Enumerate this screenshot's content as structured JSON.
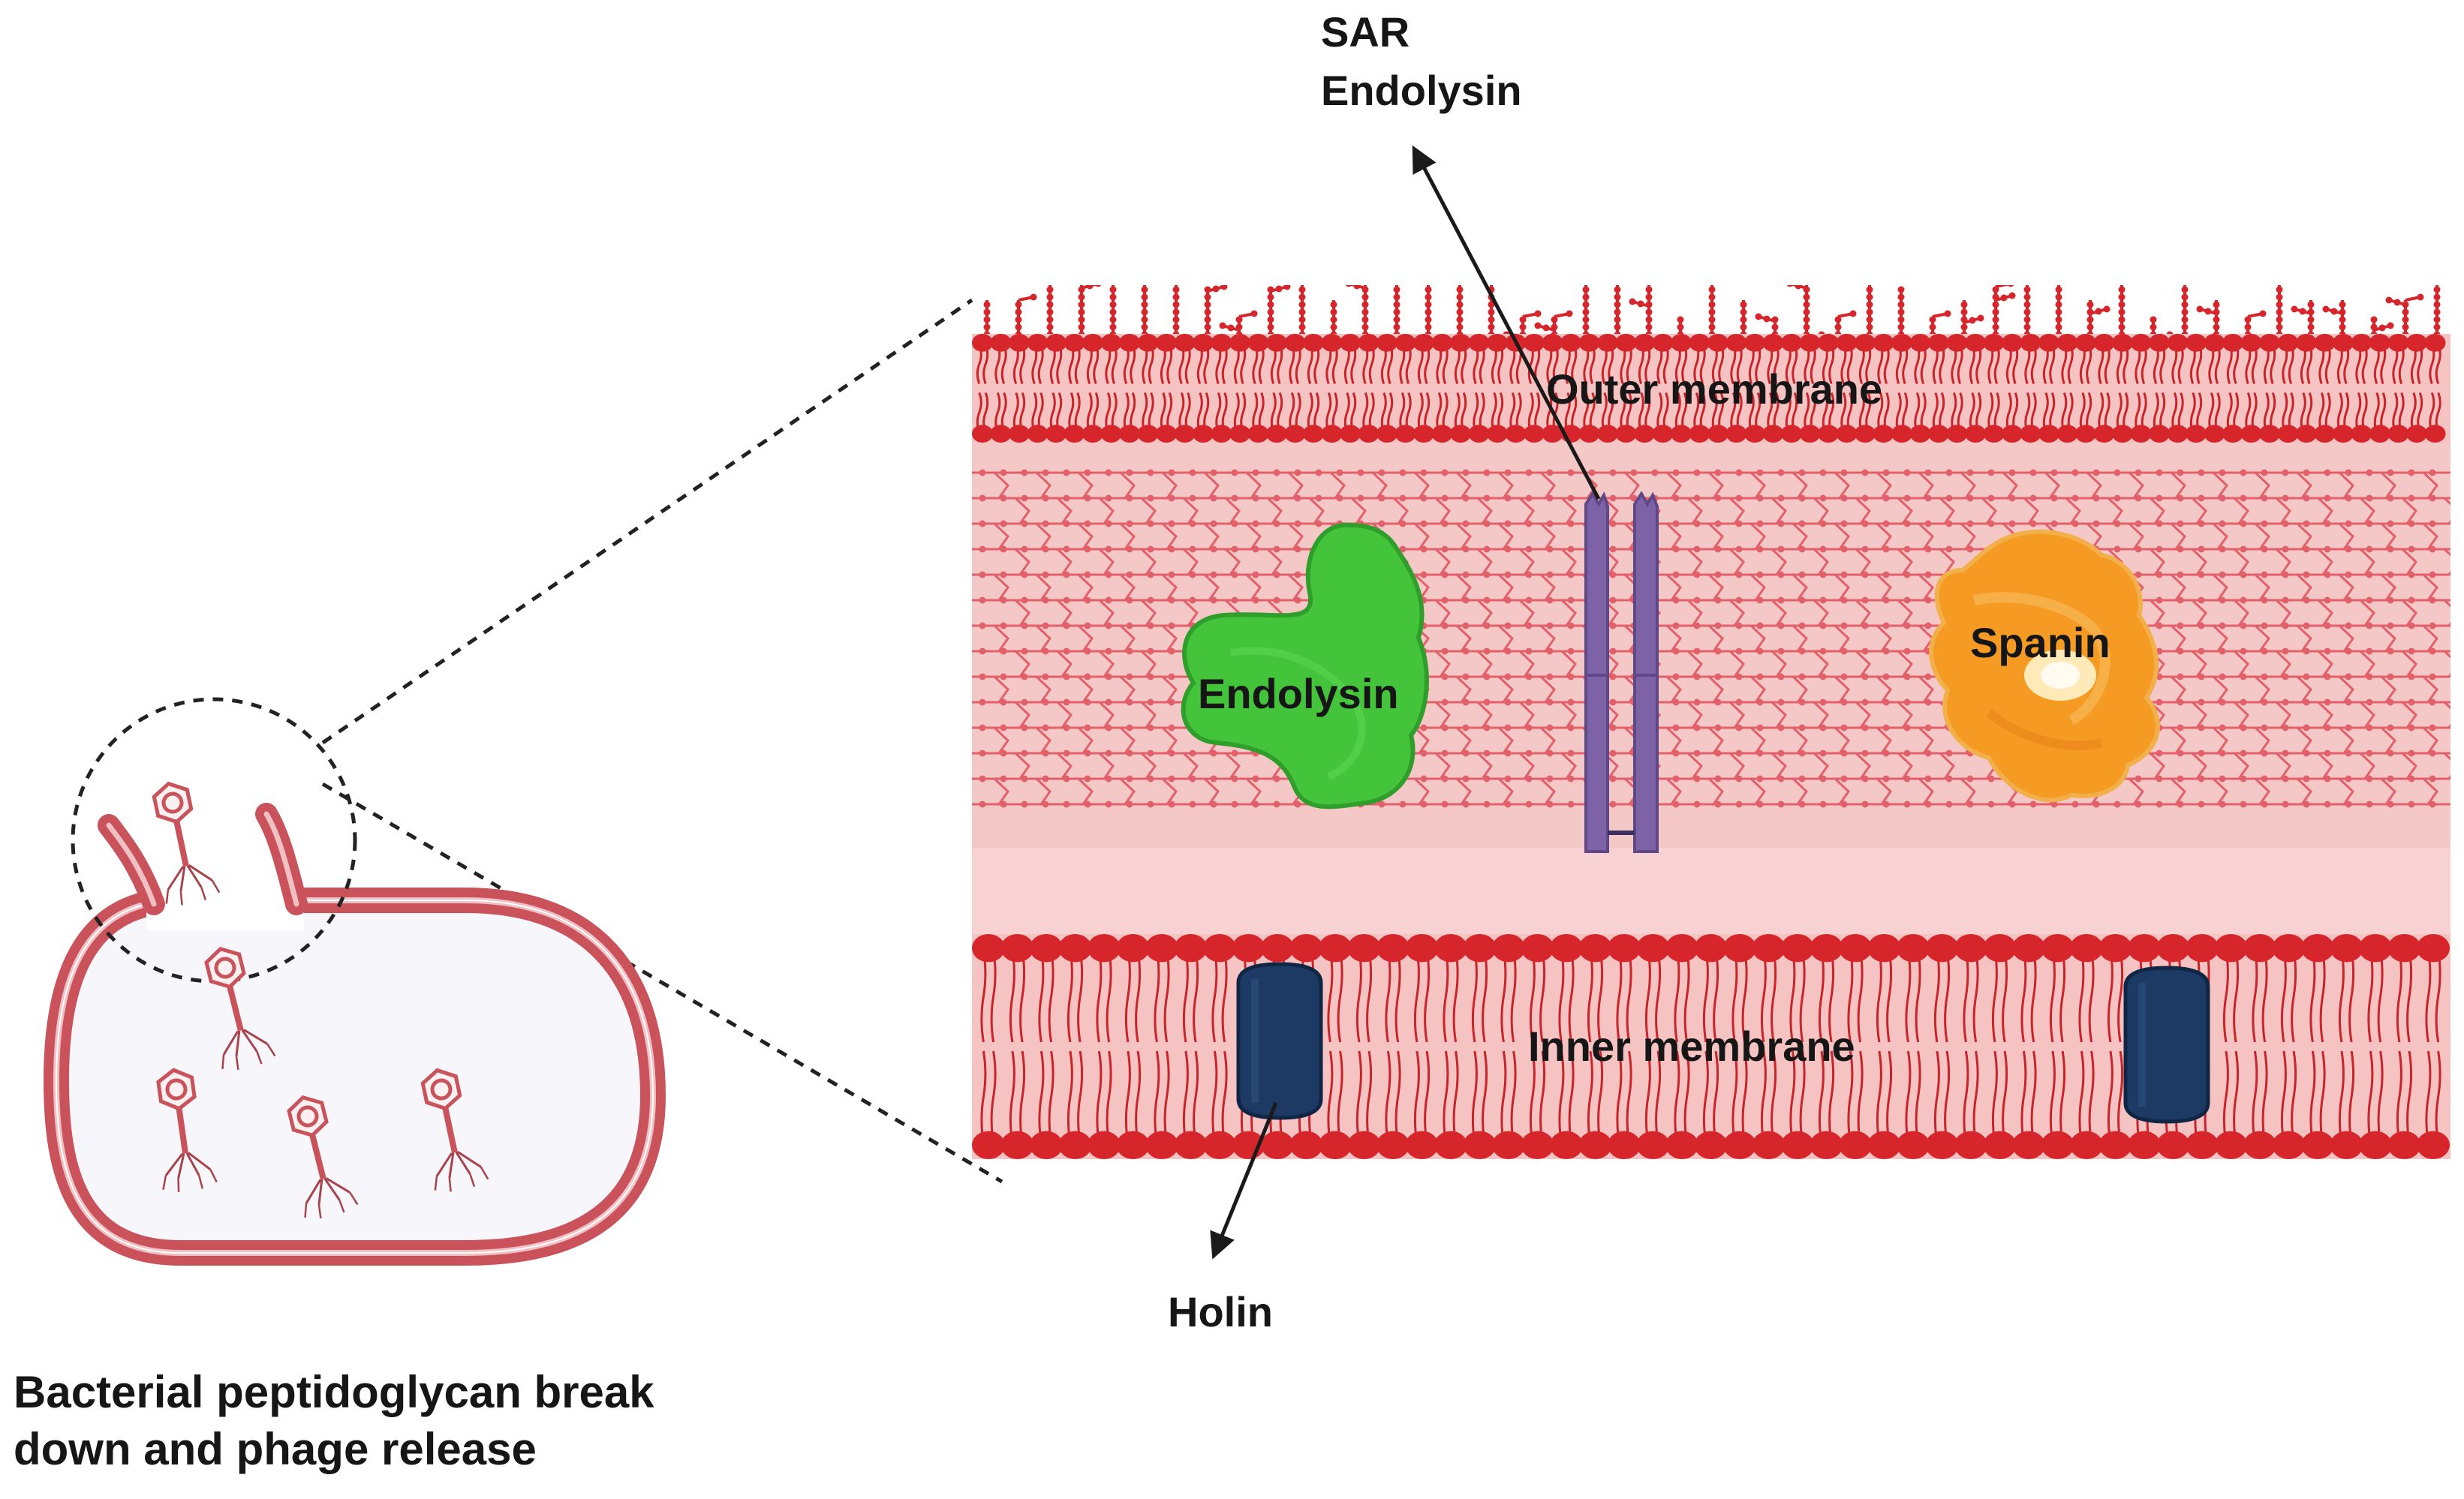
{
  "labels": {
    "sar_endolysin_line1": "SAR",
    "sar_endolysin_line2": "Endolysin",
    "outer_membrane": "Outer membrane",
    "endolysin": "Endolysin",
    "spanin": "Spanin",
    "inner_membrane": "Inner membrane",
    "holin": "Holin"
  },
  "caption": {
    "line1": "Bacterial peptidoglycan break",
    "line2": "down and phage release"
  },
  "colors": {
    "membrane_red": "#d6262b",
    "tail_red": "#c8242a",
    "membrane_bg": "#f6c3c3",
    "peptidoglycan_bg": "#f5c8c8",
    "peptidoglycan_line": "#e2606a",
    "endolysin_green": "#43c43a",
    "spanin_orange": "#f59a23",
    "sar_purple": "#7e62a8",
    "holin_navy": "#1c3a63",
    "cell_wall": "#c9525b",
    "cell_fill": "#f6f6fb",
    "text": "#161616"
  },
  "icons": [
    "phage-icon",
    "endolysin-protein-icon",
    "spanin-protein-icon",
    "sar-endolysin-protein-icon",
    "holin-channel-icon"
  ]
}
